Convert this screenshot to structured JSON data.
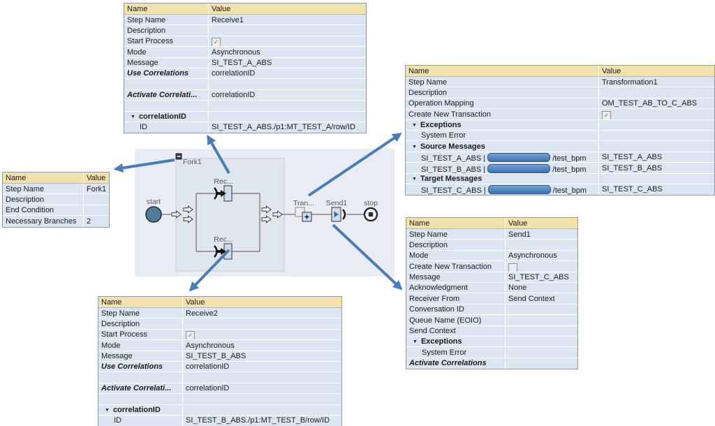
{
  "colors": {
    "table_header_bg": "#f1e1ad",
    "table_row_bg": "#dbe5f1",
    "table_border": "#8e9bab",
    "grid_line": "#ffffff",
    "arrow_blue": "#4a7db8",
    "canvas_bg": "#e9edf3",
    "fork_panel_bg": "#e0e6ee",
    "redaction_blue": "#3a72ad",
    "start_node_fill": "#4f7c95",
    "node_fill": "#cfdcea"
  },
  "diagram": {
    "labels": {
      "start": "start",
      "fork": "Fork1",
      "receive_top": "Rec...",
      "receive_bottom": "Rec...",
      "transformation": "Tran...",
      "send": "Send1",
      "stop": "stop"
    }
  },
  "tables": {
    "receive1": {
      "headers": [
        "Name",
        "Value"
      ],
      "rows": [
        {
          "name": "Step Name",
          "value": "Receive1"
        },
        {
          "name": "Description"
        },
        {
          "name": "Start Process",
          "value_type": "check"
        },
        {
          "name": "Mode",
          "value": "Asynchronous"
        },
        {
          "name": "Message",
          "value": "SI_TEST_A_ABS"
        },
        {
          "name": "Use Correlations",
          "style": "bolditalic",
          "value": "correlationID"
        },
        {},
        {
          "name": "Activate Correlati...",
          "style": "bolditalic",
          "value": "correlationID"
        },
        {},
        {
          "name": "correlationID",
          "style": "group"
        },
        {
          "name": "ID",
          "style": "indent",
          "value": "SI_TEST_A_ABS./p1:MT_TEST_A/row/ID"
        }
      ]
    },
    "transformation1": {
      "headers": [
        "Name",
        "Value"
      ],
      "rows": [
        {
          "name": "Step Name",
          "value": "Transformation1"
        },
        {
          "name": "Description"
        },
        {
          "name": "Operation Mapping",
          "value": "OM_TEST_AB_TO_C_ABS"
        },
        {
          "name": "Create New Transaction",
          "value_type": "check"
        },
        {
          "name": "Exceptions",
          "style": "group"
        },
        {
          "name": "System Error",
          "style": "indent"
        },
        {
          "name": "Source Messages",
          "style": "group"
        },
        {
          "name": "SI_TEST_A_ABS | ",
          "style": "indent",
          "redacted": true,
          "name_suffix": "/test_bpm",
          "value": "SI_TEST_A_ABS"
        },
        {
          "name": "SI_TEST_B_ABS | ",
          "style": "indent",
          "redacted": true,
          "name_suffix": "/test_bpm",
          "value": "SI_TEST_B_ABS"
        },
        {
          "name": "Target Messages",
          "style": "group"
        },
        {
          "name": "SI_TEST_C_ABS | ",
          "style": "indent",
          "redacted": true,
          "name_suffix": "/test_bpm",
          "value": "SI_TEST_C_ABS"
        }
      ]
    },
    "fork1": {
      "headers": [
        "Name",
        "Value"
      ],
      "rows": [
        {
          "name": "Step Name",
          "value": "Fork1"
        },
        {
          "name": "Description"
        },
        {
          "name": "End Condition"
        },
        {
          "name": "Necessary Branches",
          "value": "2"
        }
      ]
    },
    "receive2": {
      "headers": [
        "Name",
        "Value"
      ],
      "rows": [
        {
          "name": "Step Name",
          "value": "Receive2"
        },
        {
          "name": "Description"
        },
        {
          "name": "Start Process",
          "value_type": "check"
        },
        {
          "name": "Mode",
          "value": "Asynchronous"
        },
        {
          "name": "Message",
          "value": "SI_TEST_B_ABS"
        },
        {
          "name": "Use Correlations",
          "style": "bolditalic",
          "value": "correlationID"
        },
        {},
        {
          "name": "Activate Correlati...",
          "style": "bolditalic",
          "value": "correlationID"
        },
        {},
        {
          "name": "correlationID",
          "style": "group"
        },
        {
          "name": "ID",
          "style": "indent",
          "value": "SI_TEST_B_ABS./p1:MT_TEST_B/row/ID"
        }
      ]
    },
    "send1": {
      "headers": [
        "Name",
        "Value"
      ],
      "rows": [
        {
          "name": "Step Name",
          "value": "Send1"
        },
        {
          "name": "Description"
        },
        {
          "name": "Mode",
          "value": "Asynchronous"
        },
        {
          "name": "Create New Transaction",
          "value_type": "uncheck"
        },
        {
          "name": "Message",
          "value": "SI_TEST_C_ABS"
        },
        {
          "name": "Acknowledgment",
          "value": "None"
        },
        {
          "name": "Receiver From",
          "value": "Send Context"
        },
        {
          "name": "Conversation ID"
        },
        {
          "name": "Queue Name (EOIO)"
        },
        {
          "name": "Send Context"
        },
        {
          "name": "Exceptions",
          "style": "group"
        },
        {
          "name": "System Error",
          "style": "indent"
        },
        {
          "name": "Activate Correlations",
          "style": "bolditalic"
        }
      ]
    }
  }
}
